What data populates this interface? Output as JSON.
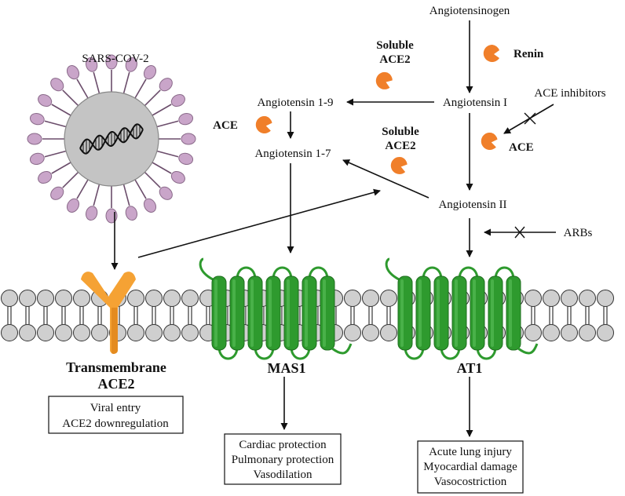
{
  "labels": {
    "angiotensinogen": "Angiotensinogen",
    "renin": "Renin",
    "angiotensin_1": "Angiotensin I",
    "angiotensin_1_9": "Angiotensin 1-9",
    "angiotensin_1_7": "Angiotensin 1-7",
    "angiotensin_2": "Angiotensin II",
    "ace_inhibitors": "ACE inhibitors",
    "arbs": "ARBs",
    "sars": "SARS-COV-2",
    "ace_left": "ACE",
    "ace_right": "ACE",
    "soluble_ace2_top_line1": "Soluble",
    "soluble_ace2_top_line2": "ACE2",
    "soluble_ace2_mid_line1": "Soluble",
    "soluble_ace2_mid_line2": "ACE2",
    "transmembrane_line1": "Transmembrane",
    "transmembrane_line2": "ACE2",
    "mas1": "MAS1",
    "at1": "AT1"
  },
  "boxes": {
    "ace2_box": [
      "Viral entry",
      "ACE2 downregulation"
    ],
    "mas1_box": [
      "Cardiac protection",
      "Pulmonary protection",
      "Vasodilation"
    ],
    "at1_box": [
      "Acute lung injury",
      "Myocardial damage",
      "Vasocostriction"
    ]
  },
  "colors": {
    "enzyme": "#f07f2a",
    "receptor": "#2e9a2e",
    "ace2_receptor": "#f5a234",
    "lipid": "#cfcfcf",
    "virus_spike": "#c9a5c9",
    "virus_core": "#c4c4c4"
  }
}
